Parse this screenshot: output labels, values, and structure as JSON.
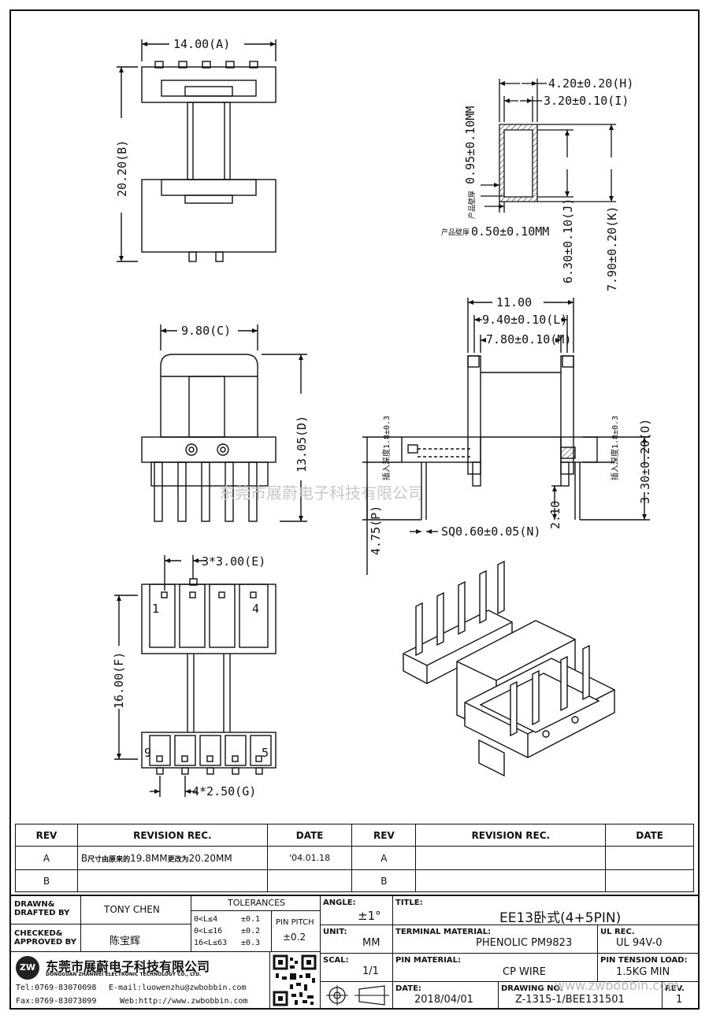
{
  "dimensions": {
    "A": "14.00(A)",
    "B": "20.20(B)",
    "C": "9.80(C)",
    "D": "13.05(D)",
    "E": "3*3.00(E)",
    "F": "16.00(F)",
    "G": "4*2.50(G)",
    "H": "4.20±0.20(H)",
    "I": "3.20±0.10(I)",
    "J": "6.30±0.10(J)",
    "K": "7.90±0.20(K)",
    "L": "9.40±0.10(L)",
    "M": "7.80±0.10(M)",
    "N": "SQ0.60±0.05(N)",
    "O": "3.30±0.20(O)",
    "P": "4.75(P)",
    "overall_width": "11.00",
    "pin_stub": "2.10",
    "wall_side_label": "产品壁厚",
    "wall_side_value": "0.95±0.10MM",
    "wall_bottom_label": "产品壁厚",
    "wall_bottom_value": "0.50±0.10MM",
    "insert_depth_left": "插入深度1.8±0.3",
    "insert_depth_right": "插入深度1.8±0.3"
  },
  "pin_labels": {
    "p1": "1",
    "p4": "4",
    "p9": "9",
    "p5": "5"
  },
  "watermark_mid": "东莞市展蔚电子科技有限公司",
  "watermark_footer": "www.zwbobbin.com",
  "revision_table": {
    "headers": [
      "REV",
      "REVISION REC.",
      "DATE",
      "REV",
      "REVISION REC.",
      "DATE"
    ],
    "rows": [
      {
        "rev": "A",
        "rec_prefix": "B",
        "rec_small1": "尺寸由原来的",
        "rec_mid1": "19.8MM",
        "rec_small2": "更改为",
        "rec_mid2": "20.20MM",
        "date": "'04.01.18",
        "rev2": "A",
        "rec2": "",
        "date2": ""
      },
      {
        "rev": "B",
        "rec": "",
        "date": "",
        "rev2": "B",
        "rec2": "",
        "date2": ""
      }
    ]
  },
  "title_block": {
    "drawn_label": "DRAWN&\nDRAFTED BY",
    "drawn_value": "TONY CHEN",
    "checked_label": "CHECKED&\nAPPROVED BY",
    "checked_value": "陈宝辉",
    "tolerances_label": "TOLERANCES",
    "tol_rows": [
      {
        "range": "0<L≤4",
        "tol": "±0.1"
      },
      {
        "range": "0<L≤16",
        "tol": "±0.2"
      },
      {
        "range": "16<L≤63",
        "tol": "±0.3"
      }
    ],
    "pin_pitch_label": "PIN PITCH",
    "pin_pitch_value": "±0.2",
    "angle_label": "ANGLE:",
    "angle_value": "±1°",
    "unit_label": "UNIT:",
    "unit_value": "MM",
    "scal_label": "SCAL:",
    "scal_value": "1/1",
    "title_label": "TITLE:",
    "title_value": "EE13卧式(4+5PIN)",
    "terminal_label": "TERMINAL MATERIAL:",
    "terminal_value": "PHENOLIC PM9823",
    "ul_label": "UL REC.",
    "ul_value": "UL 94V-0",
    "pin_material_label": "PIN MATERIAL:",
    "pin_material_value": "CP WIRE",
    "tension_label": "PIN TENSION LOAD:",
    "tension_value": "1.5KG MIN",
    "date_label": "DATE:",
    "date_value": "2018/04/01",
    "drawing_label": "DRAWING NO.",
    "drawing_value": "Z-1315-1/BEE131501",
    "rev_label": "REV.",
    "rev_value": "1",
    "company_cn": "东莞市展蔚电子科技有限公司",
    "company_en": "DONGGUAN ZHANWEI ELECTRONIC TECHNOLOGY CO., LTD.",
    "tel": "Tel:0769-83070098",
    "email": "E-mail:luowenzhu@zwbobbin.com",
    "fax": "Fax:0769-83073099",
    "web": "Web:http://www.zwbobbin.com",
    "logo_text": "ZW"
  }
}
